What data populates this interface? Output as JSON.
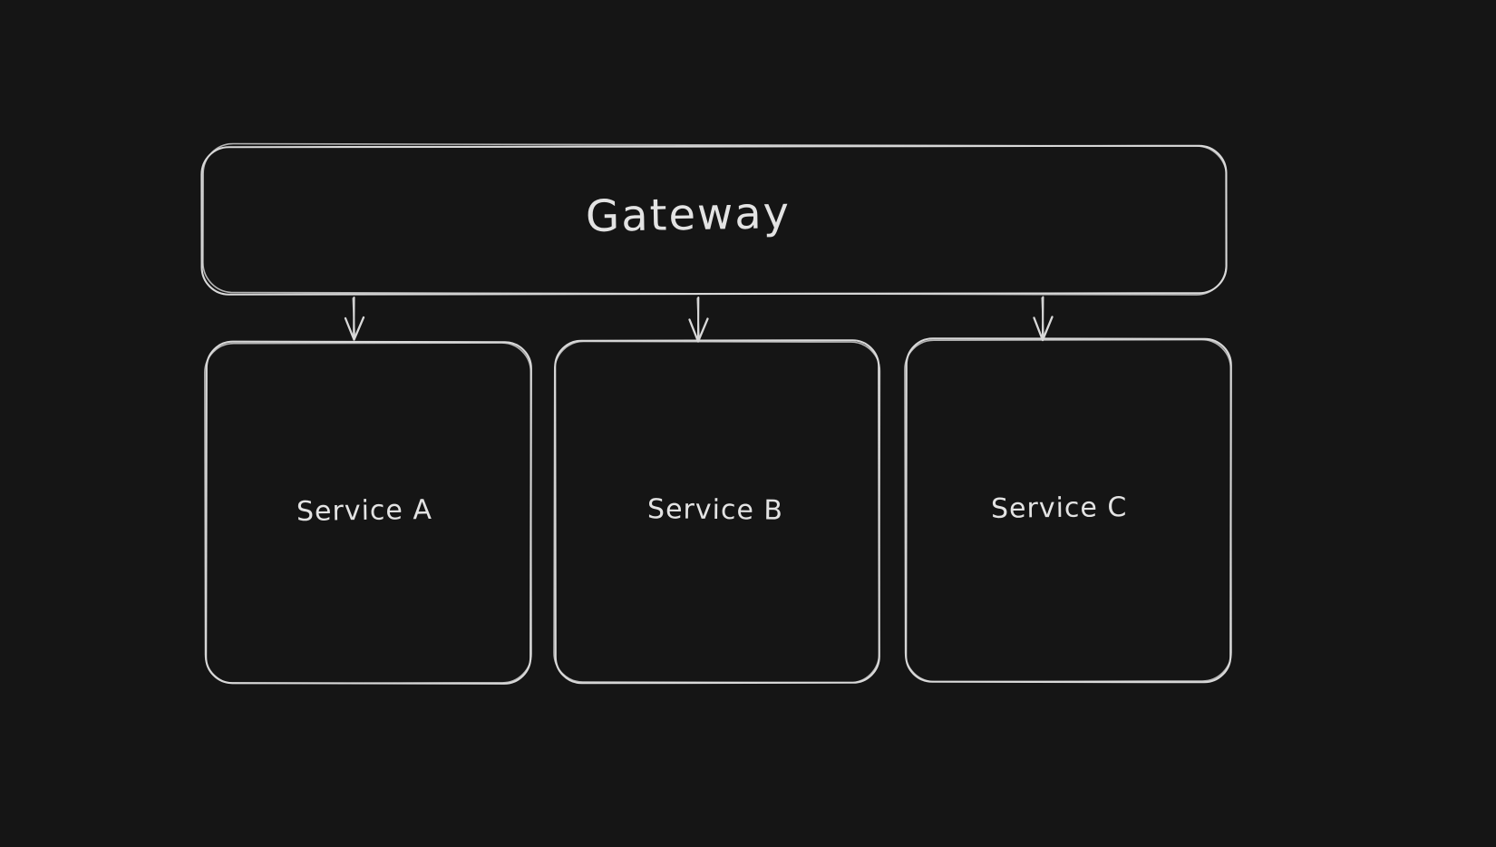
{
  "diagram": {
    "nodes": [
      {
        "id": "gateway",
        "label": "Gateway"
      },
      {
        "id": "service-a",
        "label": "Service A"
      },
      {
        "id": "service-b",
        "label": "Service B"
      },
      {
        "id": "service-c",
        "label": "Service C"
      }
    ],
    "edges": [
      {
        "from": "gateway",
        "to": "service-a",
        "style": "arrow-down"
      },
      {
        "from": "gateway",
        "to": "service-b",
        "style": "arrow-down"
      },
      {
        "from": "gateway",
        "to": "service-c",
        "style": "arrow-down"
      }
    ],
    "colors": {
      "background": "#151515",
      "node_stroke": "#d9d9d9",
      "label_text": "#e3e3e3"
    }
  }
}
